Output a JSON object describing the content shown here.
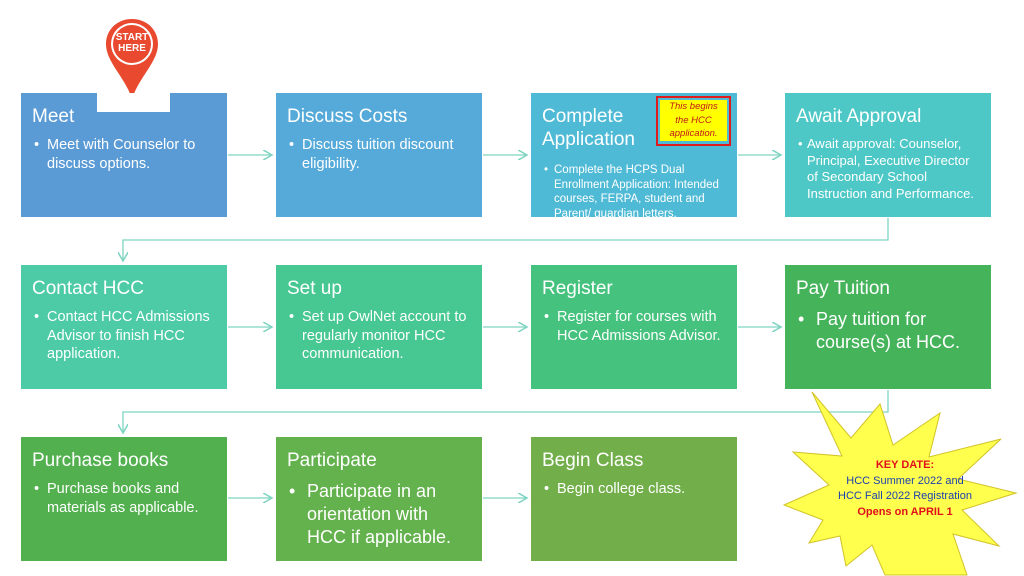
{
  "start_marker": {
    "label_line1": "START",
    "label_line2": "HERE",
    "color": "#e8492f"
  },
  "colors": {
    "row1": [
      "#5b9bd5",
      "#56aad9",
      "#4fbad6",
      "#4ec8c6"
    ],
    "row2": [
      "#4ccba6",
      "#47c791",
      "#45c27e",
      "#44b35a"
    ],
    "row3": [
      "#52b04e",
      "#64b24d",
      "#72af4a"
    ],
    "connector": "#7fd4c2",
    "starburst": "#ffff4d",
    "note_border": "#e01b1b"
  },
  "steps": {
    "meet": {
      "title": "Meet",
      "bullet": "Meet with Counselor to discuss options."
    },
    "discuss_costs": {
      "title": "Discuss Costs",
      "bullet": "Discuss tuition discount eligibility."
    },
    "complete_application": {
      "title_line1": "Complete",
      "title_line2": "Application",
      "bullet": "Complete the HCPS Dual Enrollment Application: Intended courses, FERPA, student and Parent/ guardian letters."
    },
    "await_approval": {
      "title": "Await Approval",
      "bullet": "Await approval: Counselor, Principal, Executive Director of Secondary School Instruction and Performance."
    },
    "contact_hcc": {
      "title": "Contact HCC",
      "bullet": "Contact HCC Admissions Advisor to finish HCC application."
    },
    "set_up": {
      "title": "Set up",
      "bullet": "Set up OwlNet account to regularly monitor HCC communication."
    },
    "register": {
      "title": "Register",
      "bullet": "Register for courses with HCC Admissions Advisor."
    },
    "pay_tuition": {
      "title": "Pay Tuition",
      "bullet": "Pay tuition for course(s) at HCC."
    },
    "purchase_books": {
      "title": "Purchase books",
      "bullet": "Purchase books and materials as applicable."
    },
    "participate": {
      "title": "Participate",
      "bullet": "Participate in an orientation with HCC if applicable."
    },
    "begin_class": {
      "title": "Begin Class",
      "bullet": "Begin college class."
    }
  },
  "application_note": {
    "line1": "This begins",
    "line2": "the HCC",
    "line3": "application."
  },
  "key_date": {
    "heading": "KEY DATE:",
    "line1": "HCC Summer 2022 and",
    "line2": "HCC Fall 2022 Registration",
    "line3": "Opens on APRIL 1"
  }
}
